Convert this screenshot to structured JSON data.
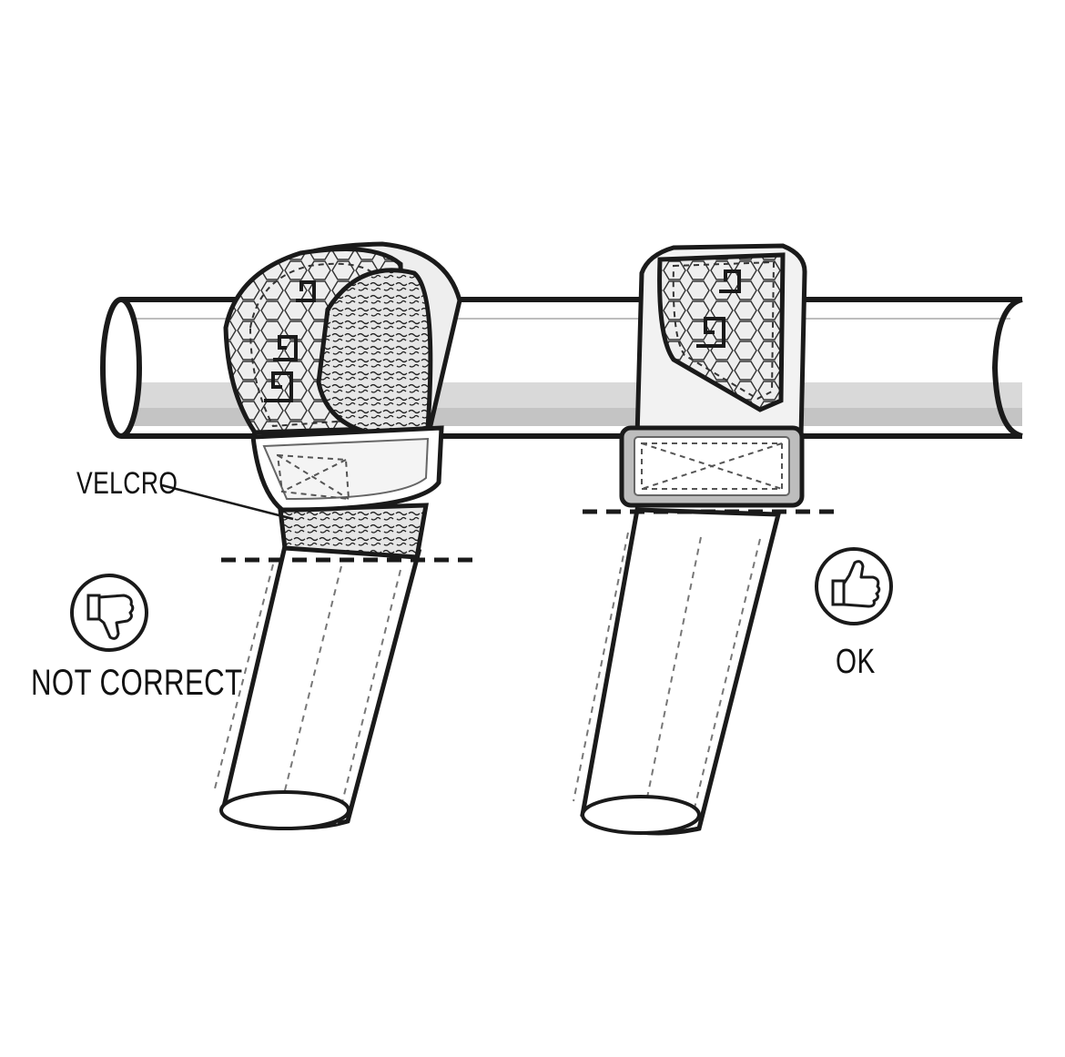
{
  "labels": {
    "velcro": "VELCRO",
    "not_correct": "NOT CORRECT",
    "ok": "OK"
  },
  "icons": {
    "wrong": "thumbs-down-icon",
    "right": "thumbs-up-icon"
  },
  "colors": {
    "line": "#1a1a1a",
    "light_fill": "#ffffff",
    "shade": "#d9d9d9",
    "dark_shade": "#9a9a9a"
  }
}
